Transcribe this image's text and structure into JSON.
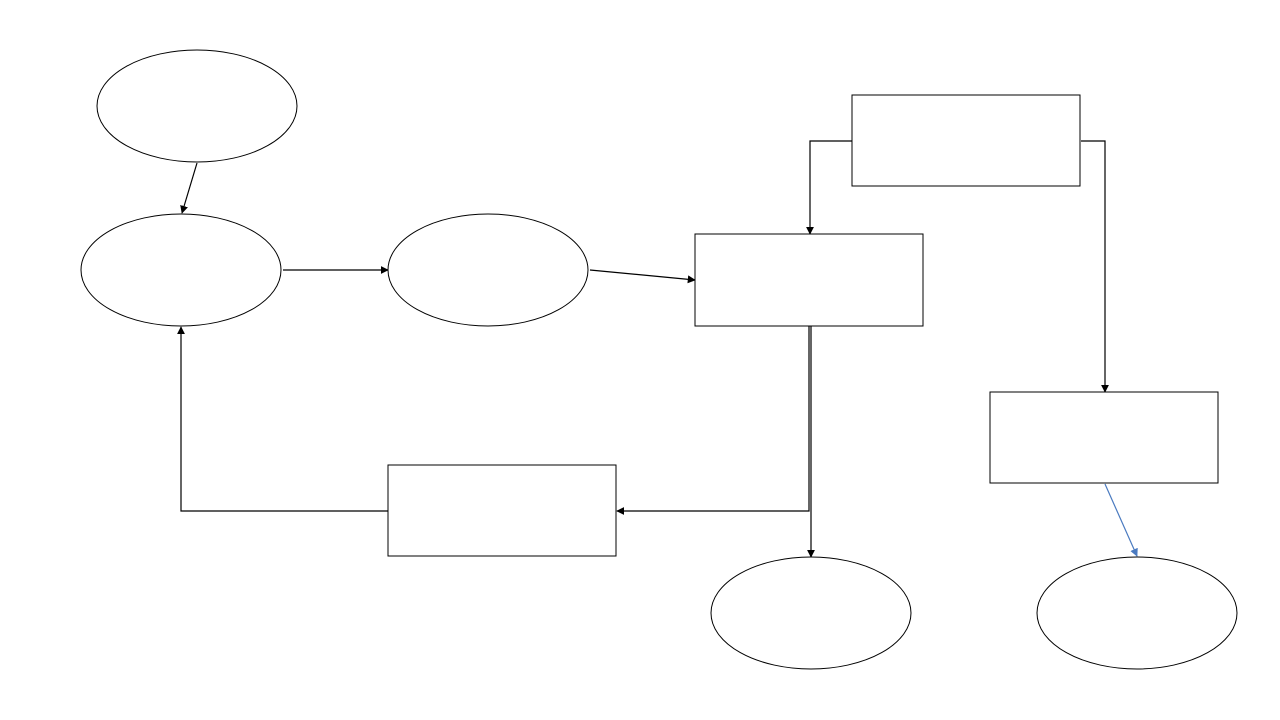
{
  "diagram": {
    "background_color": "#ffffff",
    "node_stroke_color": "#000000",
    "edge_default_color": "#000000",
    "edge_accent_color": "#4a7ac0",
    "nodes": [
      {
        "id": "e1",
        "shape": "ellipse",
        "label": ""
      },
      {
        "id": "e2",
        "shape": "ellipse",
        "label": ""
      },
      {
        "id": "e3",
        "shape": "ellipse",
        "label": ""
      },
      {
        "id": "r1",
        "shape": "rectangle",
        "label": ""
      },
      {
        "id": "r2",
        "shape": "rectangle",
        "label": ""
      },
      {
        "id": "r3",
        "shape": "rectangle",
        "label": ""
      },
      {
        "id": "r4",
        "shape": "rectangle",
        "label": ""
      },
      {
        "id": "e4",
        "shape": "ellipse",
        "label": ""
      },
      {
        "id": "e5",
        "shape": "ellipse",
        "label": ""
      }
    ],
    "edges": [
      {
        "from": "e1",
        "to": "e2",
        "color": "#000000"
      },
      {
        "from": "e2",
        "to": "e3",
        "color": "#000000"
      },
      {
        "from": "e3",
        "to": "r1",
        "color": "#000000"
      },
      {
        "from": "r2",
        "to": "r1",
        "color": "#000000"
      },
      {
        "from": "r2",
        "to": "r3",
        "color": "#000000"
      },
      {
        "from": "r1",
        "to": "r4",
        "color": "#000000"
      },
      {
        "from": "r4",
        "to": "e2",
        "color": "#000000"
      },
      {
        "from": "r1",
        "to": "e4",
        "color": "#000000"
      },
      {
        "from": "r3",
        "to": "e5",
        "color": "#4a7ac0"
      }
    ]
  }
}
